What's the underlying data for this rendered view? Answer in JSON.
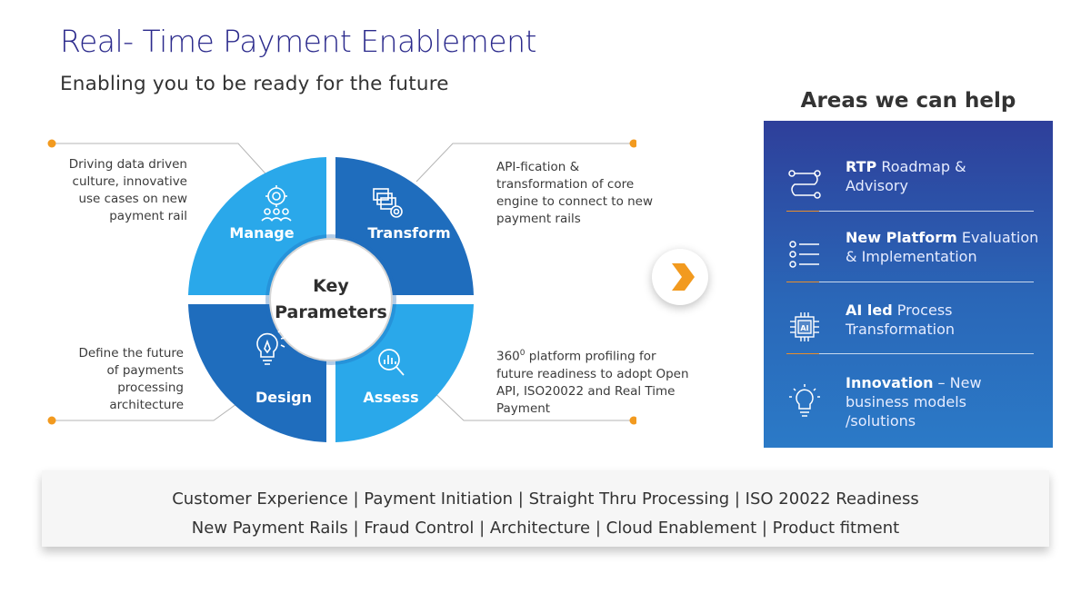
{
  "header": {
    "title": "Real- Time Payment Enablement",
    "subtitle": "Enabling you to be ready for the future"
  },
  "diagram": {
    "center_line1": "Key",
    "center_line2": "Parameters",
    "segments": [
      {
        "label": "Manage",
        "color": "#2aa8ea",
        "icon": "team-gear-icon",
        "description": [
          "Driving data driven",
          "culture, innovative",
          "use cases on new",
          "payment rail"
        ]
      },
      {
        "label": "Transform",
        "color": "#1f6dbd",
        "icon": "windows-gear-icon",
        "description": [
          "API-fication &",
          "transformation of core",
          "engine to connect to new",
          "payment rails"
        ]
      },
      {
        "label": "Design",
        "color": "#1f6dbd",
        "icon": "lightbulb-pen-icon",
        "description": [
          "Define the future",
          "of payments",
          "processing",
          "architecture"
        ]
      },
      {
        "label": "Assess",
        "color": "#2aa8ea",
        "icon": "magnifier-chart-icon",
        "description_parts": {
          "num": "360",
          "sup": "0",
          "rest1": " platform profiling for",
          "line2": "future readiness to adopt Open",
          "line3": "API, ISO20022 and  Real Time",
          "line4": "Payment"
        }
      }
    ],
    "accent_color": "#f29a1f"
  },
  "help": {
    "title": "Areas we can help",
    "items": [
      {
        "bold": "RTP",
        "rest": " Roadmap &",
        "line2": "Advisory",
        "icon": "roadmap-path-icon"
      },
      {
        "bold": "New Platform",
        "rest": " Evaluation",
        "line2": "& Implementation",
        "icon": "checklist-icon"
      },
      {
        "bold": "AI led",
        "rest": " Process",
        "line2": "Transformation",
        "icon": "ai-chip-icon"
      },
      {
        "bold": "Innovation",
        "rest": " – New",
        "line2": "business models",
        "line3": "/solutions",
        "icon": "lightbulb-icon"
      }
    ]
  },
  "footer": {
    "line1": "Customer Experience | Payment Initiation | Straight Thru Processing | ISO 20022  Readiness",
    "line2": "New Payment Rails | Fraud Control | Architecture | Cloud Enablement | Product fitment"
  }
}
